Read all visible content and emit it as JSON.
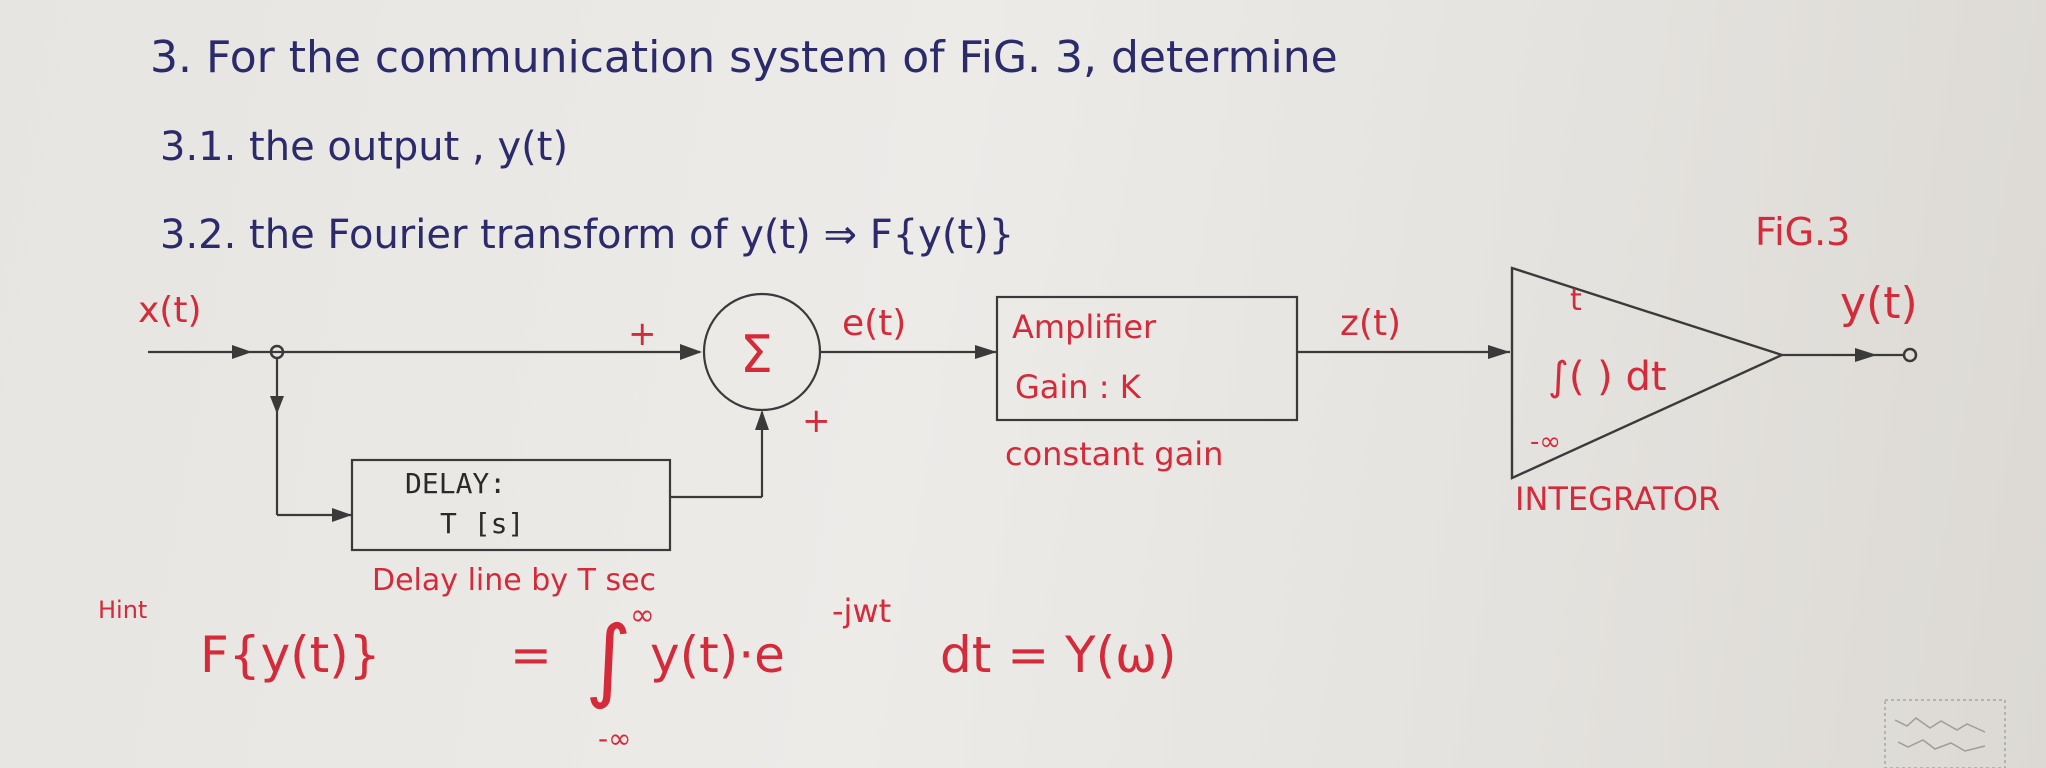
{
  "question": {
    "title": "3. For the communication system of FiG. 3, determine",
    "item1": "3.1. the output , y(t)",
    "item2": "3.2. the Fourier transform of y(t) ⇒ F{y(t)}"
  },
  "figure": {
    "label": "FiG.3",
    "input_label": "x(t)",
    "output_label": "y(t)",
    "sum_symbol": "Σ",
    "sum_plus_top": "+",
    "sum_plus_bottom": "+",
    "error_label": "e(t)",
    "z_label": "z(t)",
    "amplifier": {
      "line1": "Amplifier",
      "line2": "Gain : K",
      "caption": "constant gain"
    },
    "delay": {
      "line1": "DELAY:",
      "line2": "T [s]",
      "caption": "Delay line by T sec"
    },
    "integrator": {
      "upper_limit": "t",
      "integrand": "∫( ) dt",
      "lower_limit": "-∞",
      "caption": "INTEGRATOR"
    }
  },
  "hint": {
    "label": "Hint",
    "lhs": "F{y(t)}",
    "equals": "=",
    "integral_upper": "∞",
    "integral_lower": "-∞",
    "integrand": "y(t)·e",
    "exponent": "-jwt",
    "rhs": "dt = Y(ω)"
  },
  "colors": {
    "blue_ink": "#2b2a6b",
    "red_ink": "#d42a3a",
    "pencil": "#3a3a3a"
  }
}
